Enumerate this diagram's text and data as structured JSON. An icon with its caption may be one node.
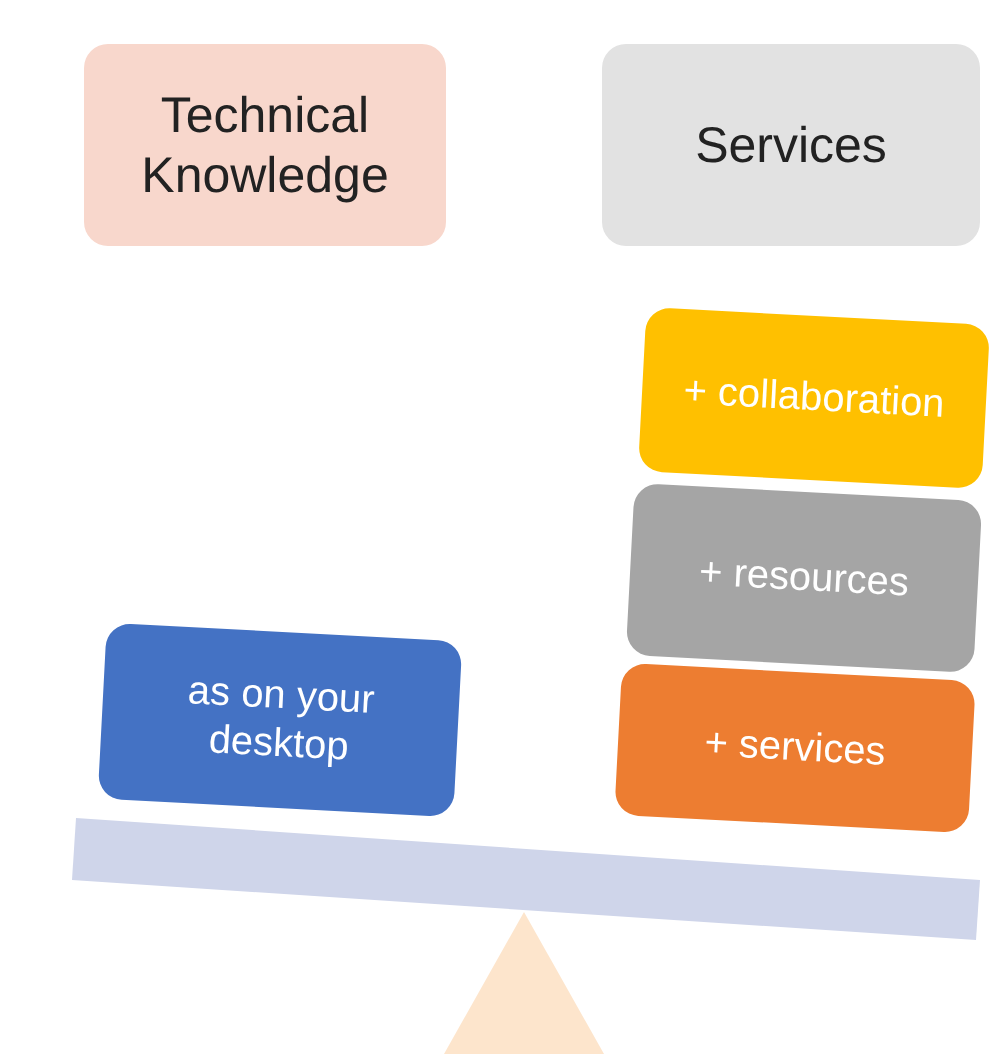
{
  "diagram": {
    "nodes": [
      {
        "text": [
          "Technical Knowledge"
        ]
      },
      {
        "text": [
          "Services"
        ]
      },
      {
        "text": [
          "+ collaboration"
        ]
      },
      {
        "text": [
          "+ resources"
        ]
      },
      {
        "text": [
          "+ services"
        ]
      },
      {
        "text": [
          "as on your desktop"
        ]
      }
    ]
  }
}
